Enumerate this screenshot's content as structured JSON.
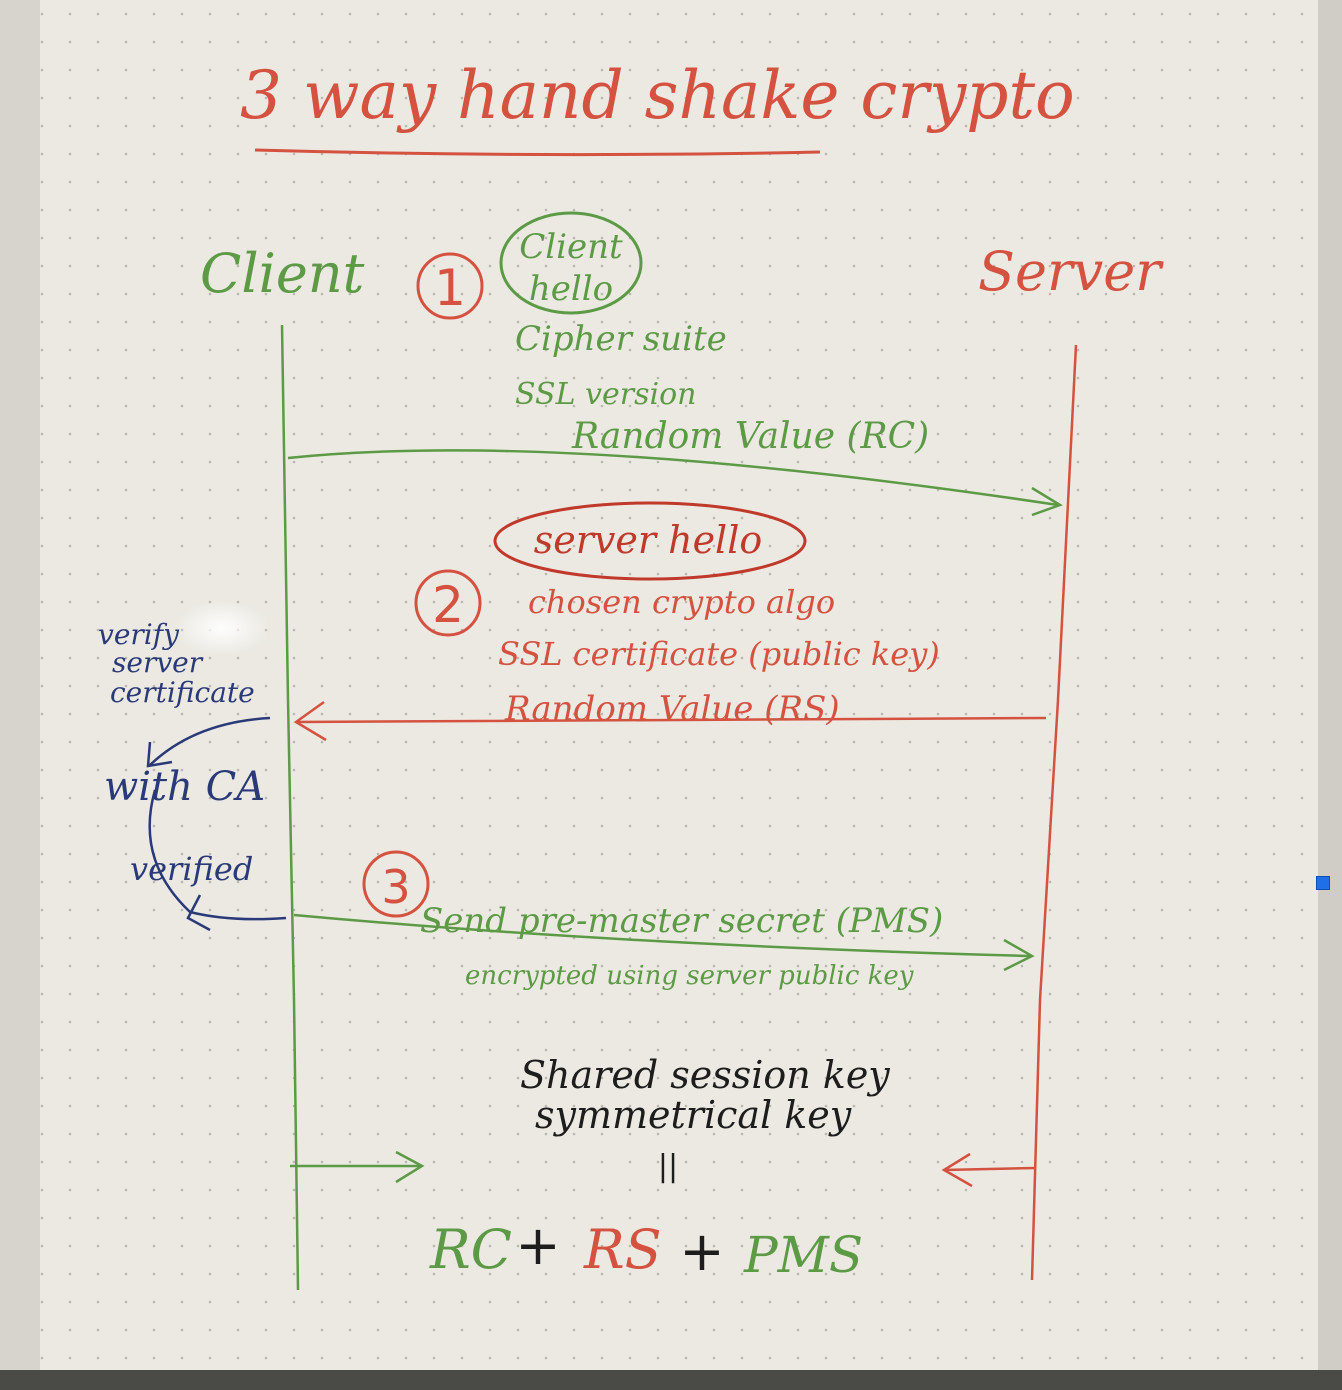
{
  "colors": {
    "red": "#d4523f",
    "green": "#5c9a45",
    "blue": "#2a3a78",
    "black": "#1d1d1d",
    "board": "#ebe9e2"
  },
  "title": "3 way hand shake crypto",
  "actors": {
    "client": "Client",
    "server": "Server"
  },
  "step1": {
    "number": "1",
    "label_top": "Client",
    "label_bottom": "hello",
    "lines": [
      "Cipher suite",
      "SSL version",
      "Random Value (RC)"
    ]
  },
  "step2": {
    "number": "2",
    "label": "server hello",
    "lines": [
      "chosen crypto algo",
      "SSL certificate (public key)",
      "Random Value (RS)"
    ]
  },
  "step3": {
    "number": "3",
    "line": "Send pre-master secret (PMS)",
    "subline": "encrypted using server public key"
  },
  "side_note": {
    "lines": [
      "verify",
      "server",
      "certificate"
    ],
    "with_ca": "with CA",
    "verified": "verified"
  },
  "shared": {
    "line1": "Shared session key",
    "line2": "symmetrical key",
    "equals": "||"
  },
  "formula": {
    "rc": "RC",
    "plus1": "+",
    "rs": "RS",
    "plus2": "+",
    "pms": "PMS"
  }
}
